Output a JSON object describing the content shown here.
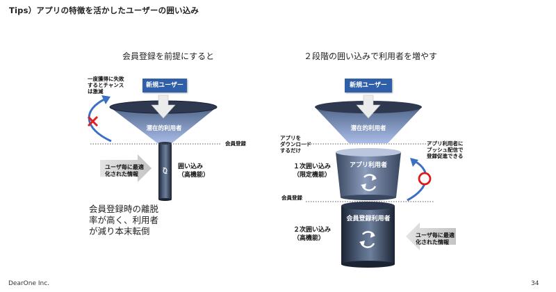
{
  "header": {
    "title": "Tips）アプリの特徴を活かしたユーザーの囲い込み"
  },
  "left": {
    "subtitle": "会員登録を前提にすると",
    "new_user": "新規ユーザー",
    "funnel_label": "潜在的利用者",
    "member_line": "会員登録",
    "churn_note": [
      "一度獲得に失敗",
      "するとチャンス",
      "は激減"
    ],
    "info_arrow": [
      "ユーザ毎に最適",
      "化された情報"
    ],
    "retention": [
      "囲い込み",
      "（高機能）"
    ],
    "conclusion": [
      "会員登録時の離脱",
      "率が高く、利用者",
      "が減り本末転倒"
    ]
  },
  "right": {
    "subtitle": "２段階の囲い込みで利用者を増やす",
    "new_user": "新規ユーザー",
    "funnel_label": "潜在的利用者",
    "download_note": [
      "アプリを",
      "ダウンロード",
      "するだけ"
    ],
    "stage1_label": "アプリ利用者",
    "stage1_title": [
      "１次囲い込み",
      "（限定機能）"
    ],
    "promo_note": [
      "アプリ利用者に",
      "プッシュ配信で",
      "登録促進できる"
    ],
    "member_line": "会員登録",
    "stage2_label": "会員登録利用者",
    "stage2_title": [
      "２次囲い込み",
      "（高機能）"
    ],
    "info_arrow": [
      "ユーザ毎に最適",
      "化された情報"
    ]
  },
  "footer": {
    "company": "DearOne Inc.",
    "page": "34"
  },
  "colors": {
    "tag_blue": "#2e5fa8",
    "arrow_blue": "#3b6fc4",
    "cross_red": "#e02020",
    "circle_red": "#e01818"
  }
}
